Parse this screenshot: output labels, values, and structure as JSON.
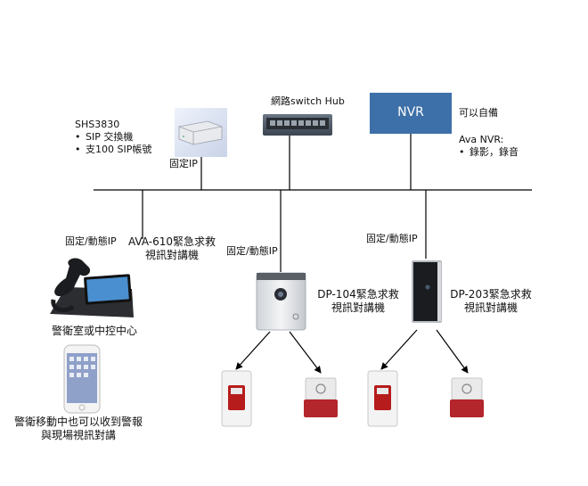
{
  "network_switch_label": "網路switch Hub",
  "nvr": {
    "box_label": "NVR",
    "self_provided": "可以自備",
    "title": "Ava NVR:",
    "features": [
      "錄影，錄音"
    ]
  },
  "sip_server": {
    "model": "SHS3830",
    "features": [
      "SIP 交換機",
      "支100 SIP帳號"
    ],
    "ip_label": "固定IP"
  },
  "ava610": {
    "ip_label": "固定/動態IP",
    "name_line1": "AVA-610緊急求救",
    "name_line2": "視訊對講機",
    "location": "警衛室或中控中心"
  },
  "dp104": {
    "ip_label": "固定/動態IP",
    "name_line1": "DP-104緊急求救",
    "name_line2": "視訊對講機"
  },
  "dp203": {
    "ip_label": "固定/動態IP",
    "name_line1": "DP-203緊急求救",
    "name_line2": "視訊對講機"
  },
  "mobile": {
    "line1": "警衛移動中也可以收到警報",
    "line2": "與現場視訊對講"
  }
}
